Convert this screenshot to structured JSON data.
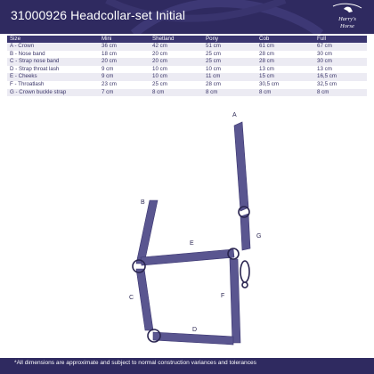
{
  "header": {
    "title": "31000926 Headcollar-set Initial",
    "logo_text": "Harry's Horse"
  },
  "table": {
    "columns": [
      "Size",
      "Mini",
      "Shetland",
      "Pony",
      "Cob",
      "Full"
    ],
    "rows": [
      [
        "A - Crown",
        "36 cm",
        "42 cm",
        "51 cm",
        "61 cm",
        "67 cm"
      ],
      [
        "B - Nose band",
        "18 cm",
        "20 cm",
        "25 cm",
        "28 cm",
        "30 cm"
      ],
      [
        "C - Strap nose band",
        "20 cm",
        "20 cm",
        "25 cm",
        "28 cm",
        "30 cm"
      ],
      [
        "D - Strap throat lash",
        "9 cm",
        "10 cm",
        "10 cm",
        "13 cm",
        "13 cm"
      ],
      [
        "E - Cheeks",
        "9 cm",
        "10 cm",
        "11 cm",
        "15 cm",
        "16,5 cm"
      ],
      [
        "F - Throatlash",
        "23 cm",
        "25 cm",
        "28 cm",
        "30,5 cm",
        "32,5 cm"
      ],
      [
        "G - Crown buckle strap",
        "7 cm",
        "8 cm",
        "8 cm",
        "8 cm",
        "8 cm"
      ]
    ]
  },
  "diagram": {
    "labels": {
      "a": "A",
      "b": "B",
      "c": "C",
      "d": "D",
      "e": "E",
      "f": "F",
      "g": "G"
    },
    "strap_color": "#5a5690",
    "ring_color": "#2a2550"
  },
  "footer": {
    "note": "*All dimensions are approximate and subject to normal construction variances and tolerances"
  }
}
